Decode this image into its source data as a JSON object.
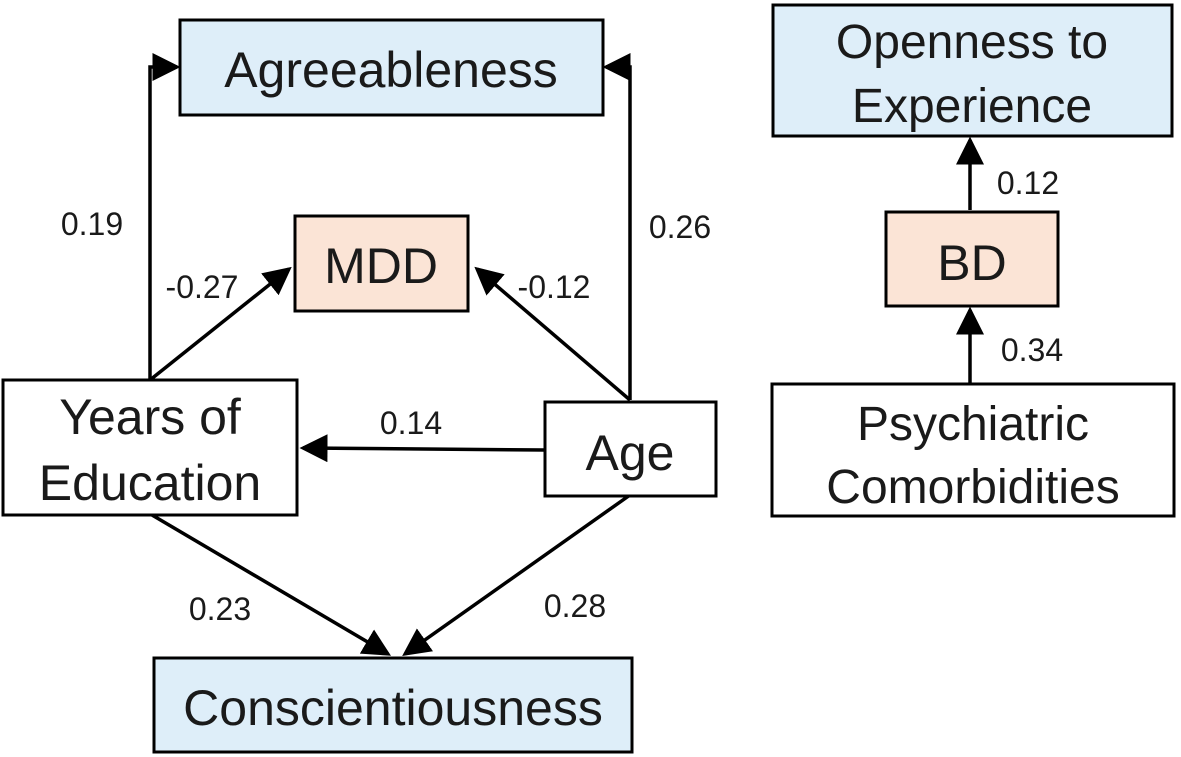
{
  "nodes": {
    "agreeableness": {
      "line1": "Agreeableness"
    },
    "mdd": {
      "line1": "MDD"
    },
    "years_of_education": {
      "line1": "Years of",
      "line2": "Education"
    },
    "age": {
      "line1": "Age"
    },
    "conscientiousness": {
      "line1": "Conscientiousness"
    },
    "openness": {
      "line1": "Openness to",
      "line2": "Experience"
    },
    "bd": {
      "line1": "BD"
    },
    "psychiatric_comorbidities": {
      "line1": "Psychiatric",
      "line2": "Comorbidities"
    }
  },
  "edges": {
    "edu_to_agree": "0.19",
    "age_to_agree": "0.26",
    "edu_to_mdd": "-0.27",
    "age_to_mdd": "-0.12",
    "age_to_edu": "0.14",
    "edu_to_consc": "0.23",
    "age_to_consc": "0.28",
    "bd_to_open": "0.12",
    "psych_to_bd": "0.34"
  },
  "colors": {
    "trait_fill": "#deeef9",
    "disorder_fill": "#fbe4d6",
    "predictor_fill": "#ffffff",
    "stroke": "#000000"
  }
}
